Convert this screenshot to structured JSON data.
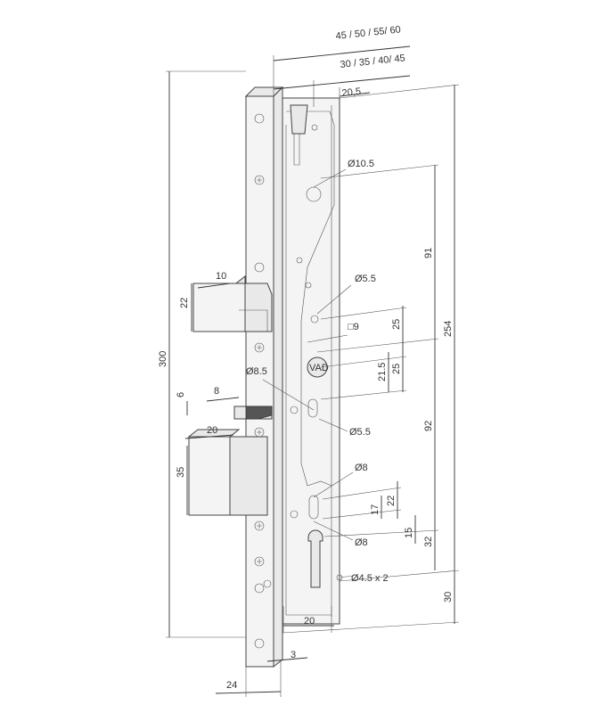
{
  "labels": {
    "backset_outer": "45 / 50 / 55/ 60",
    "backset_inner": "30 / 35 / 40/ 45",
    "dim_20_5": "20,5",
    "dim_d10_5": "Ø10.5",
    "dim_d5_5_top": "Ø5.5",
    "dim_sq9": "□9",
    "dim_d8_5": "Ø8.5",
    "dim_d5_5_bottom": "Ø5.5",
    "dim_d8_top": "Ø8",
    "dim_d8_bottom": "Ø8",
    "dim_d4_5x2": "Ø4.5 x 2",
    "dim_91": "91",
    "dim_25_a": "25",
    "dim_25_b": "25",
    "dim_21_5": "21.5",
    "dim_254": "254",
    "dim_92": "92",
    "dim_22_right": "22",
    "dim_17": "17",
    "dim_15": "15",
    "dim_32": "32",
    "dim_30": "30",
    "dim_300": "300",
    "dim_10": "10",
    "dim_22_left": "22",
    "dim_6": "6",
    "dim_8": "8",
    "dim_20_bolt": "20",
    "dim_35": "35",
    "dim_20_bottom": "20",
    "dim_3": "3",
    "dim_24": "24",
    "logo_text": "VAD"
  }
}
